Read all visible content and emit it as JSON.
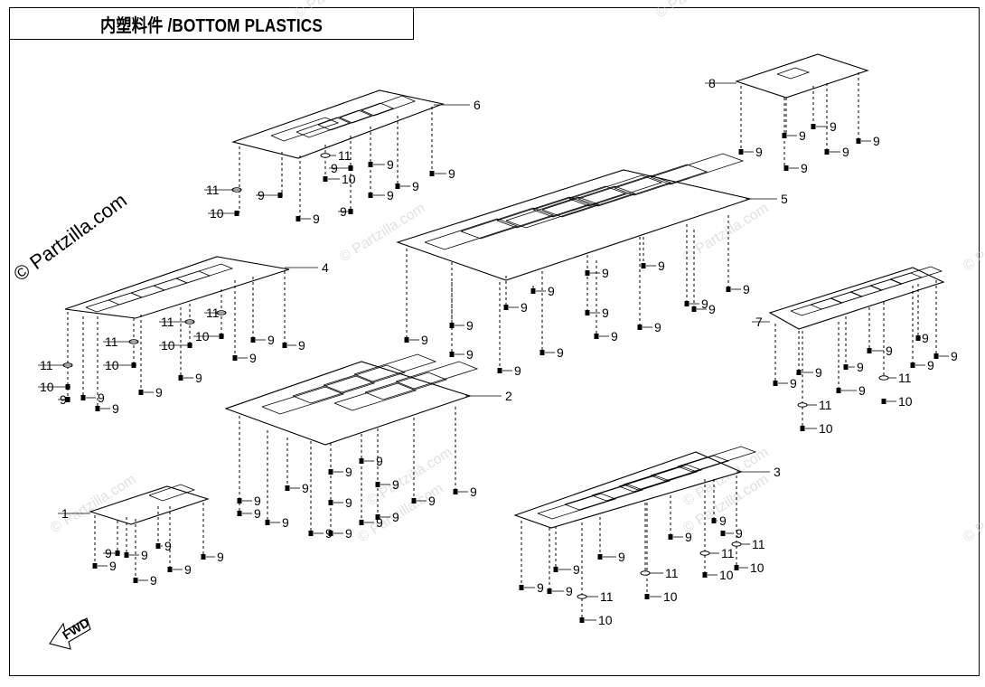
{
  "title": "内塑料件 /BOTTOM PLASTICS",
  "watermark": "© Partzilla.com",
  "fwd_label": "FWD",
  "colors": {
    "line": "#000000",
    "watermark": "#c8c8c8",
    "background": "#ffffff"
  },
  "parts": [
    {
      "id": "1",
      "callout": "1"
    },
    {
      "id": "2",
      "callout": "2"
    },
    {
      "id": "3",
      "callout": "3"
    },
    {
      "id": "4",
      "callout": "4"
    },
    {
      "id": "5",
      "callout": "5"
    },
    {
      "id": "6",
      "callout": "6"
    },
    {
      "id": "7",
      "callout": "7"
    },
    {
      "id": "8",
      "callout": "8"
    }
  ],
  "fastener_labels": {
    "bolt": "9",
    "washer": "10",
    "grommet": "11"
  }
}
